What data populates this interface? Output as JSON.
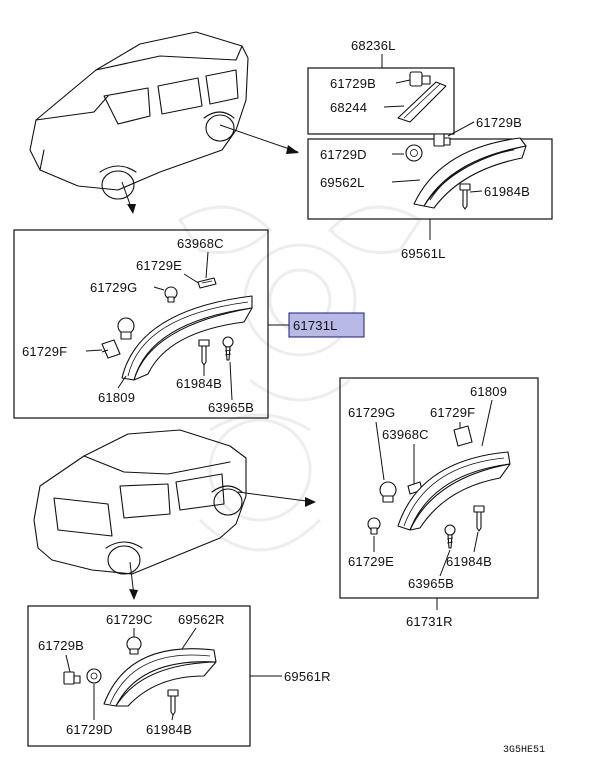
{
  "watermark_icon": "decorative-emblem",
  "highlight_color": "#b9b9e6",
  "labels": {
    "top_group": "68236L",
    "top_clip": "61729B",
    "top_mold": "68244",
    "rf_clip_b": "61729B",
    "rf_clip_d": "61729D",
    "rf_flare": "69562L",
    "rf_screw": "61984B",
    "rf_group": "69561L",
    "lf_tie": "63968C",
    "lf_clip_e": "61729E",
    "lf_clip_g": "61729G",
    "lf_highlight": "61731L",
    "lf_clip_f": "61729F",
    "lf_screw": "61984B",
    "lf_flare": "61809",
    "lf_screw2": "63965B",
    "rr_flare": "61809",
    "rr_clip_g": "61729G",
    "rr_clip_f": "61729F",
    "rr_tie": "63968C",
    "rr_clip_e": "61729E",
    "rr_screw": "61984B",
    "rr_screw2": "63965B",
    "rr_group": "61731R",
    "lr_clip_c": "61729C",
    "lr_flare": "69562R",
    "lr_clip_b": "61729B",
    "lr_group": "69561R",
    "lr_clip_d": "61729D",
    "lr_screw": "61984B",
    "diagram_code": "3G5HE51"
  }
}
